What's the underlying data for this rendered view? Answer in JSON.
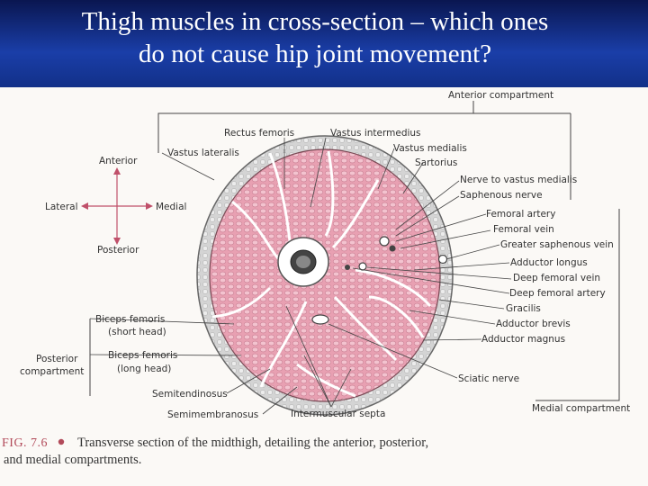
{
  "slide": {
    "title_line1": "Thigh muscles in cross-section – which ones",
    "title_line2": "do not cause hip joint movement?"
  },
  "figure": {
    "orientation": {
      "anterior": "Anterior",
      "posterior": "Posterior",
      "lateral": "Lateral",
      "medial": "Medial"
    },
    "labels": {
      "anterior_compartment": "Anterior compartment",
      "rectus_femoris": "Rectus femoris",
      "vastus_intermedius": "Vastus intermedius",
      "vastus_lateralis": "Vastus lateralis",
      "vastus_medialis": "Vastus medialis",
      "sartorius": "Sartorius",
      "nerve_to_vastus_medialis": "Nerve to vastus medialis",
      "saphenous_nerve": "Saphenous nerve",
      "femoral_artery": "Femoral artery",
      "femoral_vein": "Femoral vein",
      "greater_saphenous_vein": "Greater saphenous vein",
      "adductor_longus": "Adductor longus",
      "deep_femoral_vein": "Deep femoral vein",
      "deep_femoral_artery": "Deep femoral artery",
      "gracilis": "Gracilis",
      "adductor_brevis": "Adductor brevis",
      "adductor_magnus": "Adductor magnus",
      "biceps_short_1": "Biceps femoris",
      "biceps_short_2": "(short head)",
      "biceps_long_1": "Biceps femoris",
      "biceps_long_2": "(long head)",
      "posterior_compartment_1": "Posterior",
      "posterior_compartment_2": "compartment",
      "semitendinosus": "Semitendinosus",
      "semimembranosus": "Semimembranosus",
      "intermuscular_septa": "Intermuscular septa",
      "sciatic_nerve": "Sciatic nerve",
      "medial_compartment": "Medial compartment"
    },
    "caption": {
      "figure_number": "FIG. 7.6",
      "line1": "Transverse section of the midthigh, detailing the anterior, posterior,",
      "line2": "and medial compartments."
    }
  },
  "colors": {
    "header_blue": "#1a3ea8",
    "muscle_pink": "#e8a0b2",
    "skin_gray": "#b9b9b9",
    "caption_red": "#b24a5a"
  }
}
